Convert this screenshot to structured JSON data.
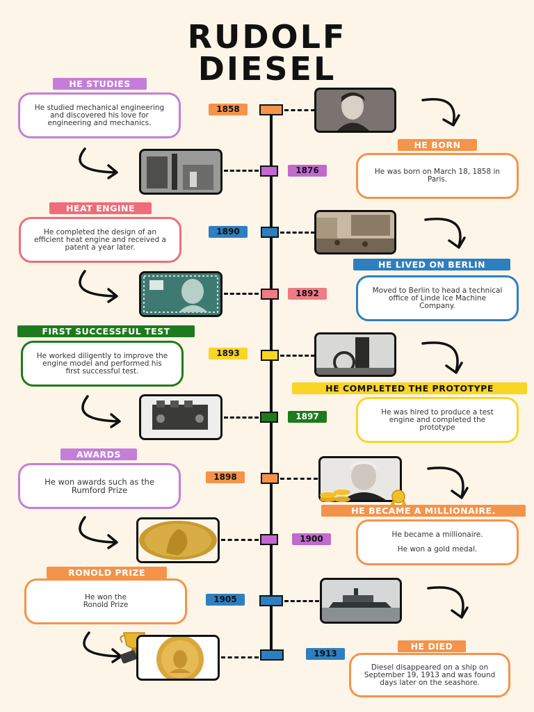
{
  "title": {
    "line1": "RUDOLF",
    "line2": "DIESEL"
  },
  "events": [
    {
      "year": "1858",
      "label": "HE STUDIES",
      "text": "He studied mechanical engineering and discovered his love for engineering and mechanics.",
      "color": "#c47ed8",
      "year_color": "#f4934a"
    },
    {
      "year": "1858",
      "label": "HE BORN",
      "text": "He was born on March 18, 1858 in Paris.",
      "color": "#f4934a"
    },
    {
      "year": "1876",
      "color": "#c06ad0"
    },
    {
      "year": "1890",
      "label": "HEAT ENGINE",
      "text": "He completed the design of an efficient heat engine and received a patent a year later.",
      "color": "#ef6c7a",
      "year_color": "#2d7fc0"
    },
    {
      "label": "HE LIVED ON BERLIN",
      "text": "Moved to Berlin to head a technical office of Linde Ice Machine Company.",
      "color": "#2d7fc0"
    },
    {
      "year": "1892",
      "color": "#f07a85"
    },
    {
      "year": "1893",
      "label": "FIRST SUCCESSFUL TEST",
      "text": "He worked diligently to improve the engine model and performed his first successful test.",
      "color": "#1e7a1e",
      "year_color": "#f9d526"
    },
    {
      "label": "HE COMPLETED THE PROTOTYPE",
      "text": "He was hired to produce a test engine and completed the prototype",
      "color": "#f9d526"
    },
    {
      "year": "1897",
      "color": "#1e7a1e"
    },
    {
      "year": "1898",
      "label": "AWARDS",
      "text": "He won awards such as the Rumford Prize",
      "color": "#c47ed8",
      "year_color": "#f4934a"
    },
    {
      "label": "HE BECAME A MILLIONAIRE.",
      "text1": "He became a millionaire.",
      "text2": "He won a gold medal.",
      "color": "#f4934a"
    },
    {
      "year": "1900",
      "color": "#c06ad0"
    },
    {
      "year": "1905",
      "label": "RONOLD PRIZE",
      "text": "He won the Ronold Prize",
      "color": "#f4934a",
      "year_color": "#2d7fc0"
    },
    {
      "year": "1913",
      "label": "HE DIED",
      "text": "Diesel disappeared on a ship on September 19, 1913 and was found days later on the seashore.",
      "color": "#f4934a",
      "year_color": "#2d7fc0"
    }
  ]
}
